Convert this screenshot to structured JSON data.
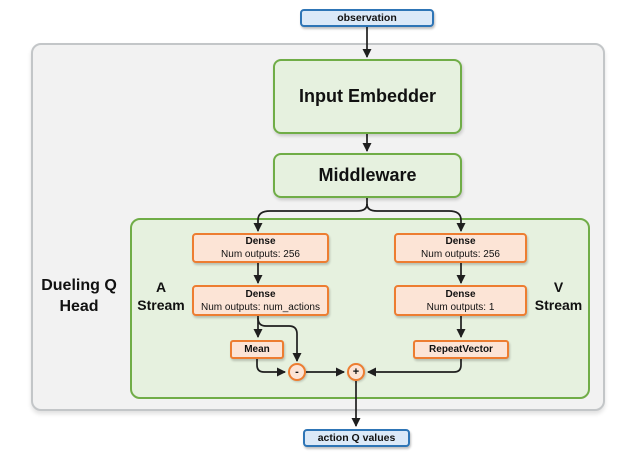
{
  "colors": {
    "blue_fill": "#dbe9f8",
    "blue_border": "#2e75b6",
    "green_fill": "#e6f1df",
    "green_border": "#70ad47",
    "orange_fill": "#fce4d6",
    "orange_border": "#ed7d31",
    "container_fill": "#f2f2f2",
    "container_border": "#c3c6c8",
    "arrow": "#1f1f1f"
  },
  "nodes": {
    "observation": {
      "label": "observation"
    },
    "input_embedder": {
      "label": "Input Embedder"
    },
    "middleware": {
      "label": "Middleware"
    },
    "dense_a1": {
      "title": "Dense",
      "subtitle": "Num outputs: 256"
    },
    "dense_a2": {
      "title": "Dense",
      "subtitle": "Num outputs: num_actions"
    },
    "dense_v1": {
      "title": "Dense",
      "subtitle": "Num outputs: 256"
    },
    "dense_v2": {
      "title": "Dense",
      "subtitle": "Num outputs: 1"
    },
    "mean": {
      "label": "Mean"
    },
    "repeat_vector": {
      "label": "RepeatVector"
    },
    "minus_op": {
      "label": "-"
    },
    "plus_op": {
      "label": "+"
    },
    "action_q_values": {
      "label": "action Q values"
    }
  },
  "labels": {
    "dueling_head": {
      "line1": "Dueling Q",
      "line2": "Head"
    },
    "a_stream": {
      "line1": "A",
      "line2": "Stream"
    },
    "v_stream": {
      "line1": "V",
      "line2": "Stream"
    }
  }
}
